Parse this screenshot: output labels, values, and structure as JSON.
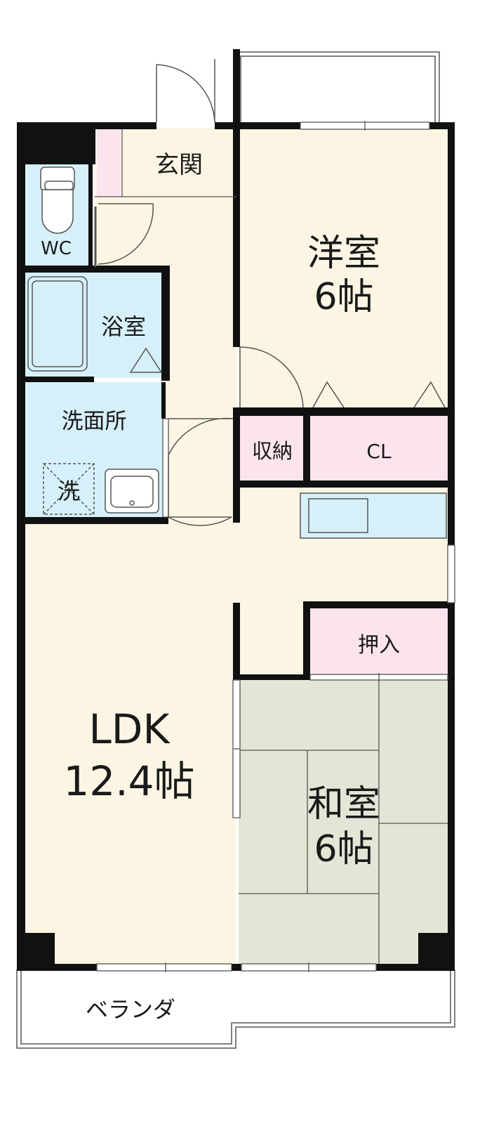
{
  "rooms": {
    "entrance": "玄関",
    "wc": "WC",
    "bath": "浴室",
    "washroom": "洗面所",
    "washer": "洗",
    "western_room": {
      "name": "洋室",
      "size": "6帖"
    },
    "storage": "収納",
    "closet": "CL",
    "oshiire": "押入",
    "ldk": {
      "name": "LDK",
      "size": "12.4帖"
    },
    "japanese_room": {
      "name": "和室",
      "size": "6帖"
    },
    "veranda": "ベランダ"
  },
  "colors": {
    "wall": "#111111",
    "floor": "#fdf5e4",
    "wet_area": "#d6f0fa",
    "storage": "#fbe4ee",
    "tatami": "#e2e6d6",
    "line": "#555555"
  }
}
